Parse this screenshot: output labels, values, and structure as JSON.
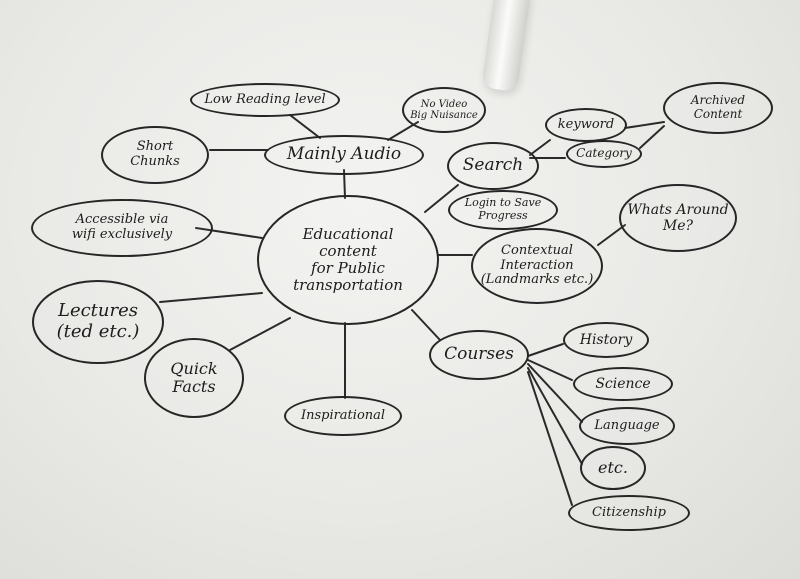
{
  "mindmap": {
    "center": "Educational\ncontent\nfor Public\ntransportation",
    "nodes": {
      "mainly_audio": "Mainly Audio",
      "low_reading": "Low Reading level",
      "no_video": "No Video\nBig Nuisance",
      "short_chunks": "Short\nChunks",
      "accessible": "Accessible via\nwifi exclusively",
      "lectures": "Lectures\n(ted etc.)",
      "quick_facts": "Quick\nFacts",
      "inspiration": "Inspirational",
      "courses": "Courses",
      "history": "History",
      "science": "Science",
      "language": "Language",
      "etc": "etc.",
      "citizenship": "Citizenship",
      "contextual": "Contextual\nInteraction\n(Landmarks etc.)",
      "whats_around": "Whats Around\nMe?",
      "search": "Search",
      "keyword": "keyword",
      "category": "Category",
      "archived": "Archived\nContent",
      "login": "Login to Save\nProgress"
    }
  }
}
